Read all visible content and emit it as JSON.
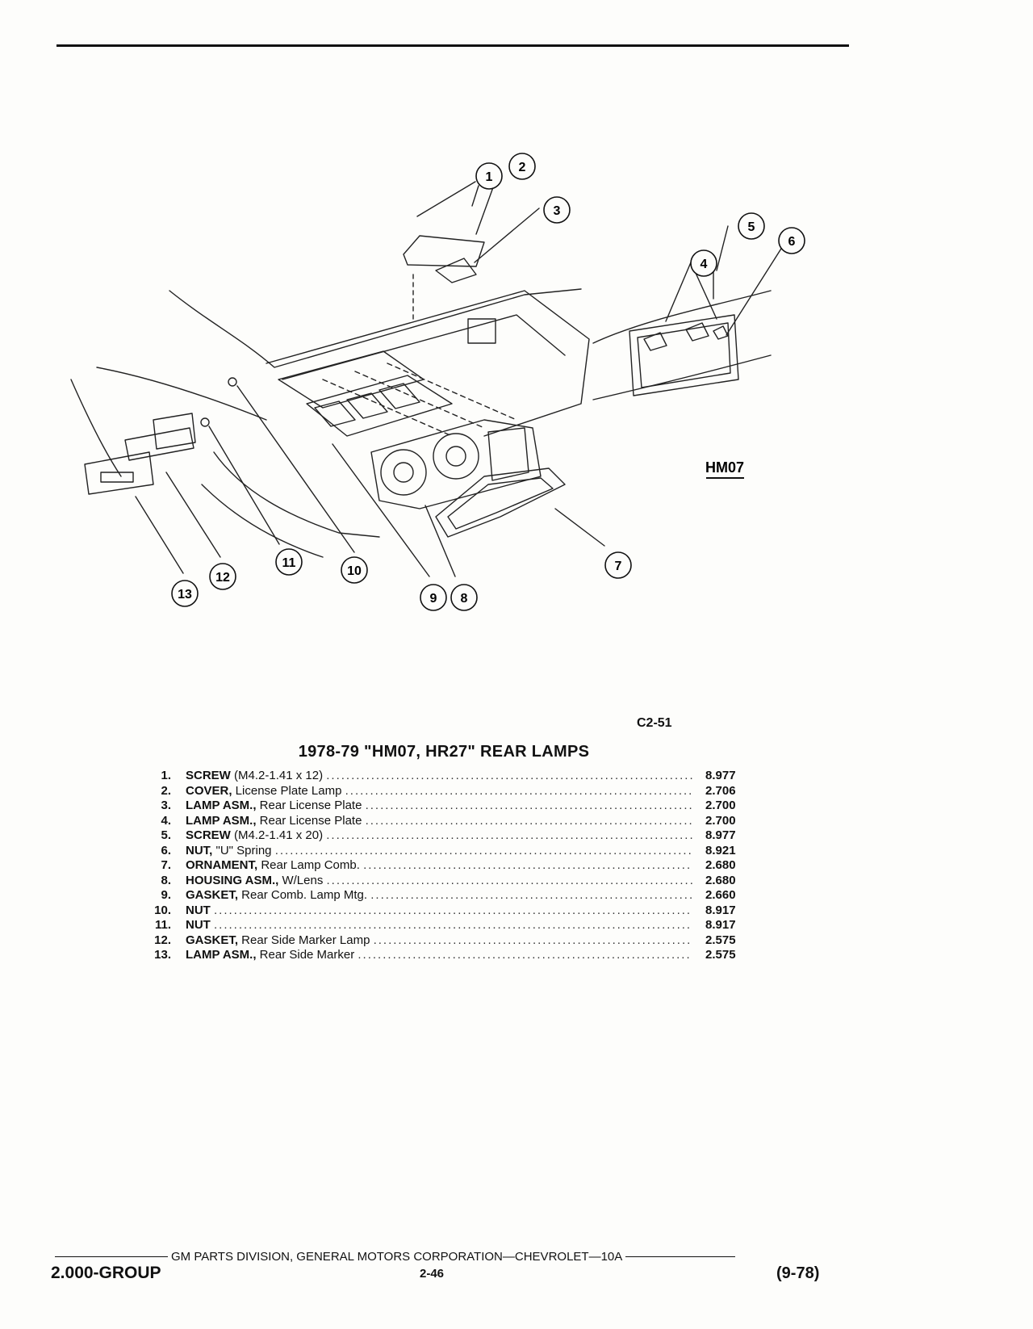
{
  "figure": {
    "callouts": [
      "1",
      "2",
      "3",
      "4",
      "5",
      "6",
      "7",
      "8",
      "9",
      "10",
      "11",
      "12",
      "13"
    ],
    "inset_label": "HM07"
  },
  "figure_ref": "C2-51",
  "parts_title": "1978-79 \"HM07, HR27\" REAR LAMPS",
  "parts": [
    {
      "num": "1.",
      "name": "SCREW",
      "desc": " (M4.2-1.41 x 12) ",
      "group": "8.977"
    },
    {
      "num": "2.",
      "name": "COVER,",
      "desc": " License Plate Lamp ",
      "group": "2.706"
    },
    {
      "num": "3.",
      "name": "LAMP ASM.,",
      "desc": " Rear License Plate ",
      "group": "2.700"
    },
    {
      "num": "4.",
      "name": "LAMP ASM.,",
      "desc": " Rear License Plate ",
      "group": "2.700"
    },
    {
      "num": "5.",
      "name": "SCREW",
      "desc": " (M4.2-1.41 x 20) ",
      "group": "8.977"
    },
    {
      "num": "6.",
      "name": "NUT,",
      "desc": " \"U\" Spring ",
      "group": "8.921"
    },
    {
      "num": "7.",
      "name": "ORNAMENT,",
      "desc": " Rear Lamp Comb. ",
      "group": "2.680"
    },
    {
      "num": "8.",
      "name": "HOUSING ASM.,",
      "desc": " W/Lens ",
      "group": "2.680"
    },
    {
      "num": "9.",
      "name": "GASKET,",
      "desc": " Rear Comb. Lamp Mtg. ",
      "group": "2.660"
    },
    {
      "num": "10.",
      "name": "NUT",
      "desc": " ",
      "group": "8.917"
    },
    {
      "num": "11.",
      "name": "NUT",
      "desc": " ",
      "group": "8.917"
    },
    {
      "num": "12.",
      "name": "GASKET,",
      "desc": " Rear Side Marker Lamp ",
      "group": "2.575"
    },
    {
      "num": "13.",
      "name": "LAMP ASM.,",
      "desc": " Rear Side Marker ",
      "group": "2.575"
    }
  ],
  "footer": {
    "publisher": "GM PARTS DIVISION, GENERAL MOTORS CORPORATION—CHEVROLET—10A",
    "group": "2.000-GROUP",
    "page": "2-46",
    "date": "(9-78)"
  }
}
